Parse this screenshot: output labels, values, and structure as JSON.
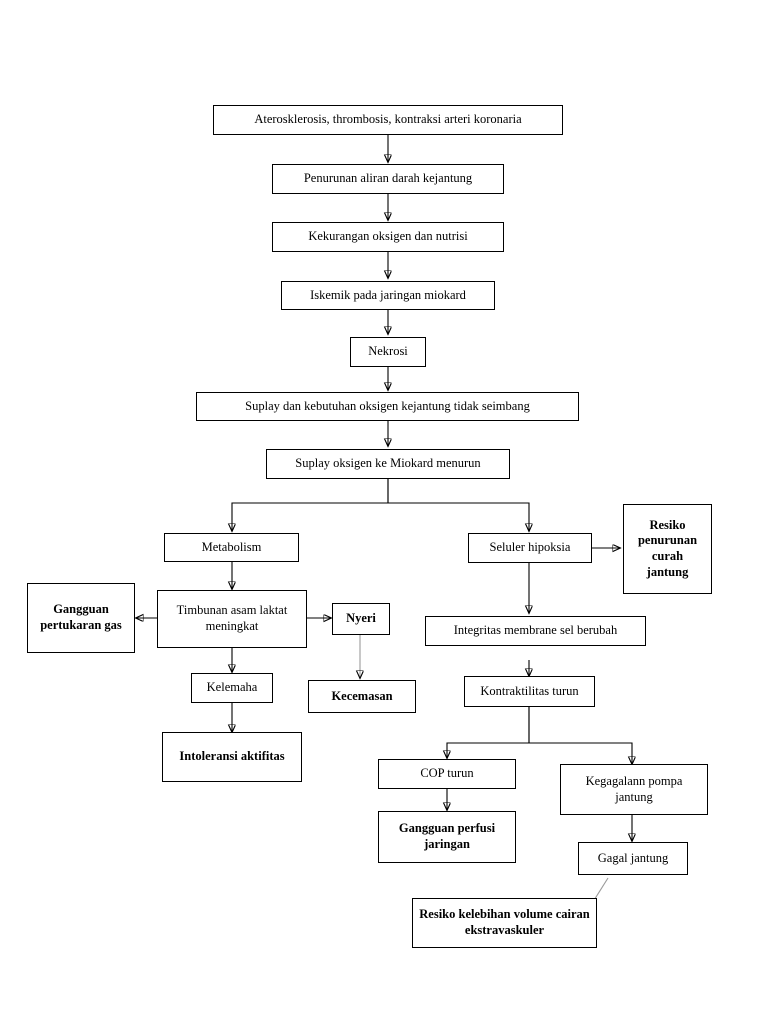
{
  "diagram": {
    "title": "Pathway flowchart: Aterosklerosis to complications",
    "nodes": [
      {
        "id": "n1",
        "label": "Aterosklerosis, thrombosis, kontraksi arteri koronaria"
      },
      {
        "id": "n2",
        "label": "Penurunan aliran darah kejantung"
      },
      {
        "id": "n3",
        "label": "Kekurangan oksigen dan nutrisi"
      },
      {
        "id": "n4",
        "label": "Iskemik pada jaringan miokard"
      },
      {
        "id": "n5",
        "label": "Nekrosi"
      },
      {
        "id": "n6",
        "label": "Suplay dan kebutuhan oksigen kejantung tidak seimbang"
      },
      {
        "id": "n7",
        "label": "Suplay oksigen ke Miokard menurun"
      },
      {
        "id": "n8",
        "label": "Metabolism"
      },
      {
        "id": "n9",
        "label": "Seluler hipoksia"
      },
      {
        "id": "n10",
        "label": "Resiko penurunan curah jantung"
      },
      {
        "id": "n11",
        "label": "Gangguan pertukaran gas"
      },
      {
        "id": "n12",
        "label": "Timbunan asam laktat meningkat"
      },
      {
        "id": "n13",
        "label": "Nyeri"
      },
      {
        "id": "n14",
        "label": "Integritas membrane sel berubah"
      },
      {
        "id": "n15",
        "label": "Kelemaha"
      },
      {
        "id": "n16",
        "label": "Kecemasan"
      },
      {
        "id": "n17",
        "label": "Kontraktilitas turun"
      },
      {
        "id": "n18",
        "label": "Intoleransi aktifitas"
      },
      {
        "id": "n19",
        "label": "COP turun"
      },
      {
        "id": "n20",
        "label": "Kegagalann pompa jantung"
      },
      {
        "id": "n21",
        "label": "Gangguan perfusi jaringan"
      },
      {
        "id": "n22",
        "label": "Gagal jantung"
      },
      {
        "id": "n23",
        "label": "Resiko kelebihan volume cairan ekstravaskuler"
      }
    ]
  }
}
